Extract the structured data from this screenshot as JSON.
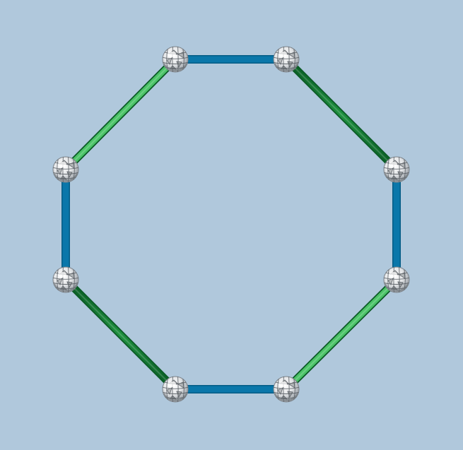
{
  "scene": {
    "background_color": "#b0c8dc",
    "shape": "octagon",
    "node_count": 8,
    "edge_colors": {
      "horizontal_vertical": "#0a77aa",
      "diagonal_light": "#3cb85a",
      "diagonal_dark": "#0f7a32"
    },
    "node_style": "geodesic-sphere-icon",
    "nodes": [
      {
        "id": "n1"
      },
      {
        "id": "n2"
      },
      {
        "id": "n3"
      },
      {
        "id": "n4"
      },
      {
        "id": "n5"
      },
      {
        "id": "n6"
      },
      {
        "id": "n7"
      },
      {
        "id": "n8"
      }
    ],
    "edges": [
      {
        "from": "n1",
        "to": "n2",
        "kind": "blue"
      },
      {
        "from": "n2",
        "to": "n3",
        "kind": "green-dark"
      },
      {
        "from": "n3",
        "to": "n4",
        "kind": "blue"
      },
      {
        "from": "n4",
        "to": "n5",
        "kind": "green-light"
      },
      {
        "from": "n5",
        "to": "n6",
        "kind": "blue"
      },
      {
        "from": "n6",
        "to": "n7",
        "kind": "green-dark"
      },
      {
        "from": "n7",
        "to": "n8",
        "kind": "blue"
      },
      {
        "from": "n8",
        "to": "n1",
        "kind": "green-light"
      }
    ]
  }
}
